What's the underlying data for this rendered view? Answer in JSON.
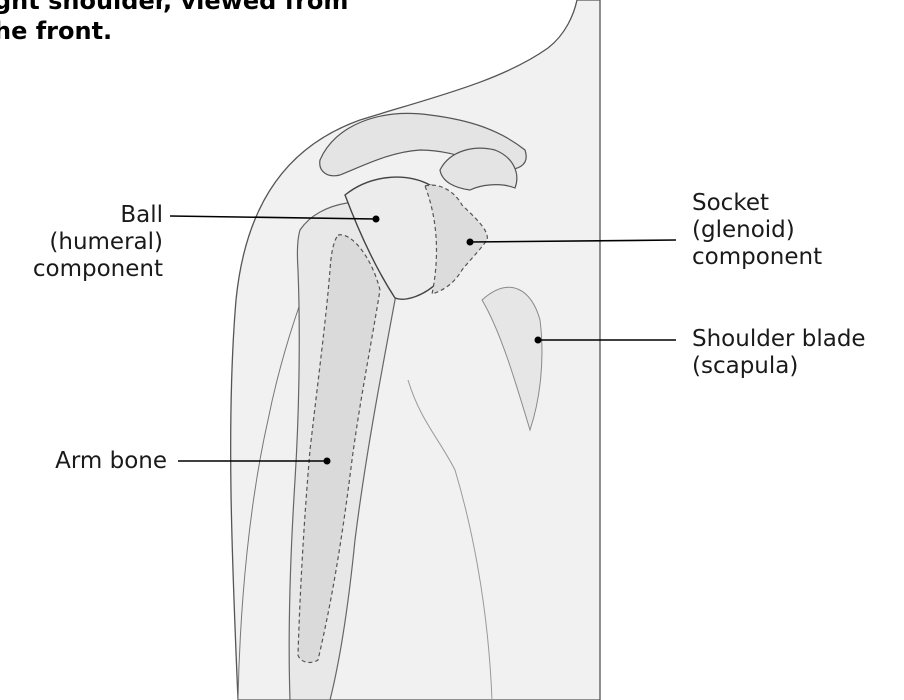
{
  "title": {
    "line1": "ght shoulder, viewed from",
    "line2": "he front."
  },
  "labels": {
    "ball": {
      "line1": "Ball",
      "line2": "(humeral)",
      "line3": "component"
    },
    "socket": {
      "line1": "Socket",
      "line2": "(glenoid)",
      "line3": "component"
    },
    "shoulder_blade": {
      "line1": "Shoulder blade",
      "line2": "(scapula)"
    },
    "arm_bone": {
      "line1": "Arm bone"
    }
  }
}
